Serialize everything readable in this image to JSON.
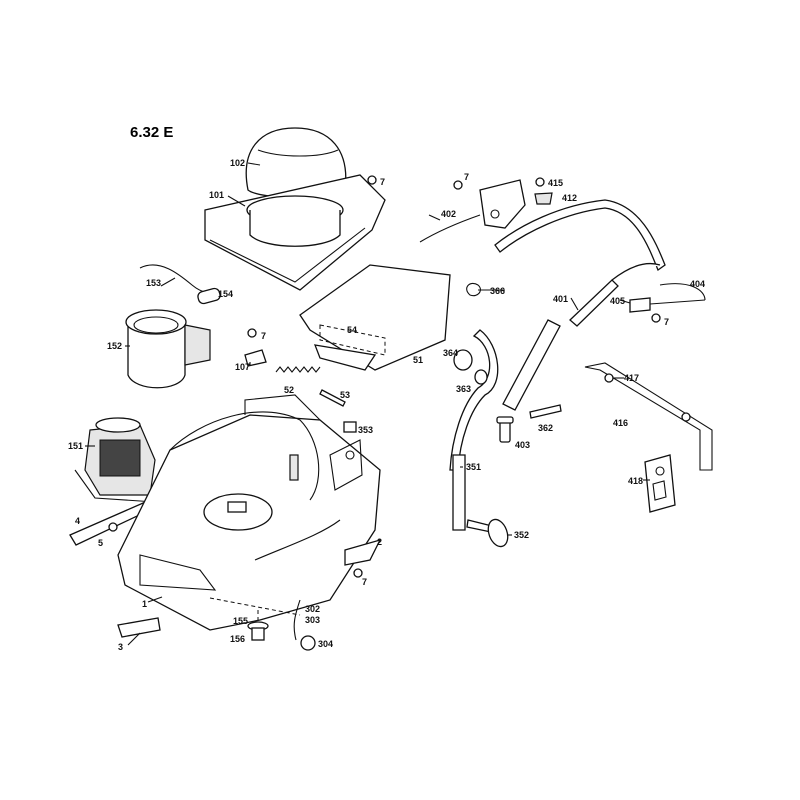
{
  "title": "6.32 E",
  "labels": {
    "l1": "1",
    "l2": "2",
    "l3": "3",
    "l4": "4",
    "l5": "5",
    "l7a": "7",
    "l7b": "7",
    "l7c": "7",
    "l7d": "7",
    "l7e": "7",
    "l51": "51",
    "l52": "52",
    "l53": "53",
    "l54": "54",
    "l101": "101",
    "l102": "102",
    "l107": "107",
    "l151": "151",
    "l152": "152",
    "l153": "153",
    "l154": "154",
    "l155": "155",
    "l156": "156",
    "l302": "302",
    "l303": "303",
    "l304": "304",
    "l351": "351",
    "l352": "352",
    "l353": "353",
    "l362": "362",
    "l363": "363",
    "l364": "364",
    "l366": "366",
    "l401": "401",
    "l402": "402",
    "l403": "403",
    "l404": "404",
    "l405": "405",
    "l412": "412",
    "l415": "415",
    "l416": "416",
    "l417": "417",
    "l418": "418"
  },
  "colors": {
    "line": "#111111",
    "background": "#ffffff"
  }
}
